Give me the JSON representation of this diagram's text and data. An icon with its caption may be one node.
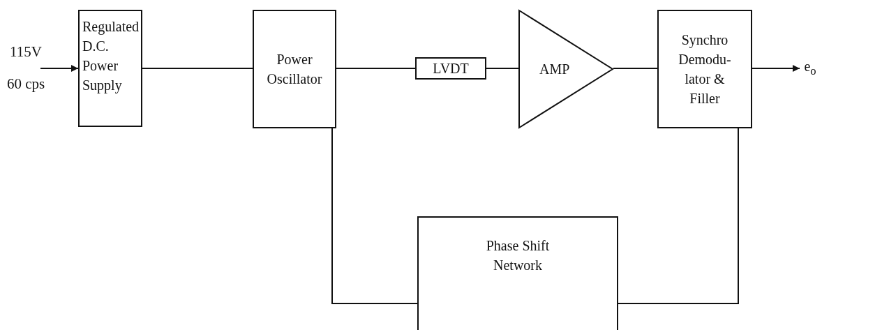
{
  "diagram": {
    "nodes": [
      {
        "text": [
          "Regulated D.C. Power Supply"
        ]
      },
      {
        "text": [
          "Power Oscillator"
        ]
      },
      {
        "text": [
          "LVDT"
        ]
      },
      {
        "text": [
          "AMP"
        ]
      },
      {
        "text": [
          "Synchro Demodu- lator & Filler"
        ]
      },
      {
        "text": [
          "Phase Shift Network"
        ]
      },
      {
        "text": [
          "e$_{o}$"
        ]
      }
    ],
    "edges": [
      {
        "from": null,
        "to": 0,
        "arrow": "to"
      },
      {
        "from": 0,
        "to": 1,
        "arrow": "none"
      },
      {
        "from": 1,
        "to": 2,
        "arrow": "none"
      },
      {
        "from": 2,
        "to": 3,
        "arrow": "none"
      },
      {
        "from": 3,
        "to": 4,
        "arrow": "none"
      },
      {
        "from": 4,
        "to": 6,
        "arrow": "to"
      },
      {
        "from": 1,
        "to": 5,
        "arrow": "none"
      },
      {
        "from": 4,
        "to": 5,
        "arrow": "none"
      }
    ],
    "labels": [
      "115V",
      "60 cps"
    ]
  }
}
